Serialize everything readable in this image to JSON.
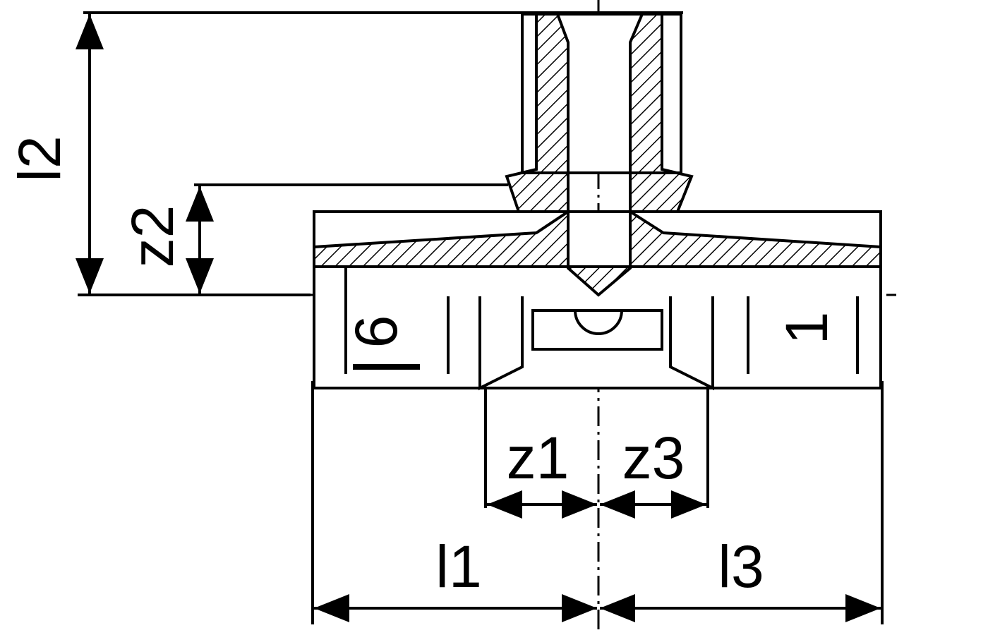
{
  "drawing": {
    "title": "Tee fitting dimension drawing",
    "dimensions": {
      "l1": "l1",
      "l2": "l2",
      "l3": "l3",
      "z1": "z1",
      "z2": "z2",
      "z3": "z3"
    },
    "markings": {
      "left_mark": "6",
      "right_mark": "1"
    },
    "colors": {
      "line": "#000000",
      "background": "#ffffff"
    }
  }
}
